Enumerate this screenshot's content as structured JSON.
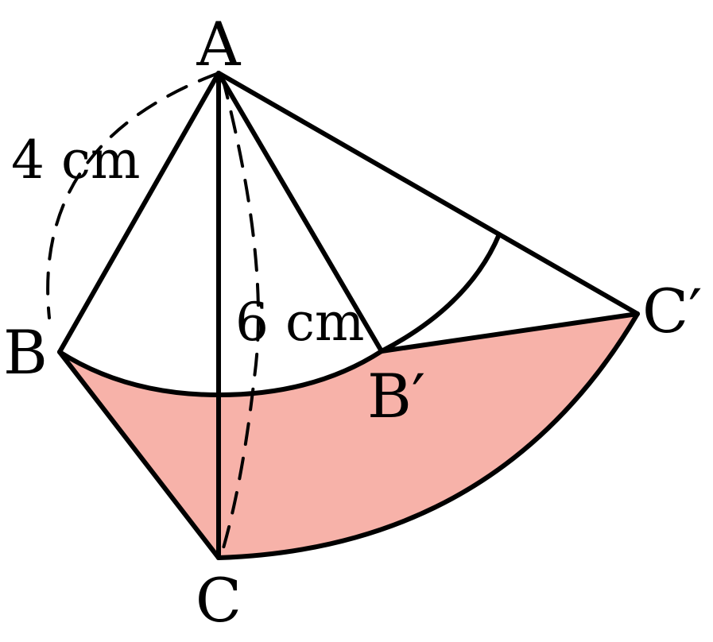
{
  "diagram": {
    "points": {
      "A": "A",
      "B": "B",
      "C": "C",
      "B_prime": "B′",
      "C_prime": "C′"
    },
    "dimensions": {
      "ab_length": "4 cm",
      "ac_length": "6 cm"
    },
    "colors": {
      "shaded_region": "#f7b2a9",
      "stroke": "#000000"
    }
  }
}
